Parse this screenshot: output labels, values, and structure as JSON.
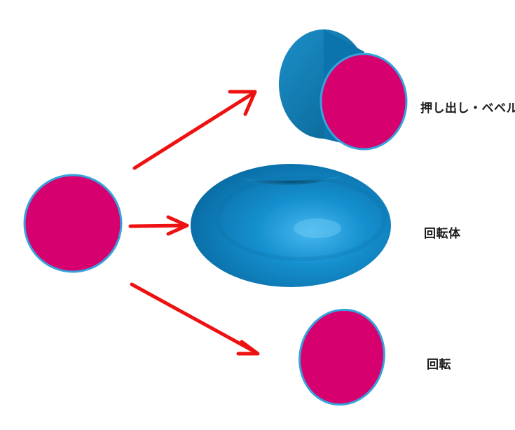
{
  "labels": {
    "extrude_bevel": "押し出し・ベベル",
    "revolved_body": "回転体",
    "rotation": "回転"
  },
  "colors": {
    "background": "#ffffff",
    "circle_fill": "#d6006f",
    "circle_outline": "#35a2dc",
    "solid_blue": "#0a78b6",
    "solid_blue_light": "#2fa6e6",
    "solid_blue_dark": "#06587f",
    "arrow_red": "#ee1111",
    "label_text": "#1a1a1a"
  }
}
